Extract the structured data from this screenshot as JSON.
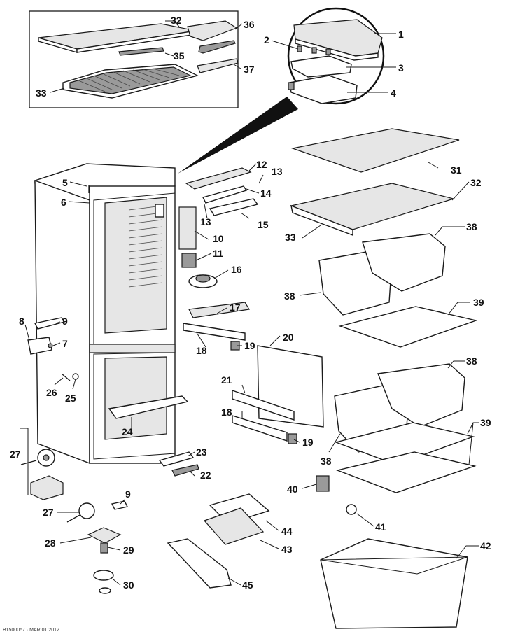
{
  "figure": {
    "footer_text": "B1500057 · MAR 01 2012"
  },
  "callouts": [
    {
      "id": "c1",
      "label": "1"
    },
    {
      "id": "c2",
      "label": "2"
    },
    {
      "id": "c3",
      "label": "3"
    },
    {
      "id": "c4",
      "label": "4"
    },
    {
      "id": "c5",
      "label": "5"
    },
    {
      "id": "c6",
      "label": "6"
    },
    {
      "id": "c7",
      "label": "7"
    },
    {
      "id": "c8",
      "label": "8"
    },
    {
      "id": "c9a",
      "label": "9"
    },
    {
      "id": "c9b",
      "label": "9"
    },
    {
      "id": "c10",
      "label": "10"
    },
    {
      "id": "c11",
      "label": "11"
    },
    {
      "id": "c12",
      "label": "12"
    },
    {
      "id": "c13a",
      "label": "13"
    },
    {
      "id": "c13b",
      "label": "13"
    },
    {
      "id": "c14",
      "label": "14"
    },
    {
      "id": "c15",
      "label": "15"
    },
    {
      "id": "c16",
      "label": "16"
    },
    {
      "id": "c17",
      "label": "17"
    },
    {
      "id": "c18a",
      "label": "18"
    },
    {
      "id": "c18b",
      "label": "18"
    },
    {
      "id": "c19a",
      "label": "19"
    },
    {
      "id": "c19b",
      "label": "19"
    },
    {
      "id": "c20",
      "label": "20"
    },
    {
      "id": "c21",
      "label": "21"
    },
    {
      "id": "c22",
      "label": "22"
    },
    {
      "id": "c23",
      "label": "23"
    },
    {
      "id": "c24",
      "label": "24"
    },
    {
      "id": "c25",
      "label": "25"
    },
    {
      "id": "c26",
      "label": "26"
    },
    {
      "id": "c27a",
      "label": "27"
    },
    {
      "id": "c27b",
      "label": "27"
    },
    {
      "id": "c28",
      "label": "28"
    },
    {
      "id": "c29",
      "label": "29"
    },
    {
      "id": "c30",
      "label": "30"
    },
    {
      "id": "c31",
      "label": "31"
    },
    {
      "id": "c32a",
      "label": "32"
    },
    {
      "id": "c32b",
      "label": "32"
    },
    {
      "id": "c33a",
      "label": "33"
    },
    {
      "id": "c33b",
      "label": "33"
    },
    {
      "id": "c35",
      "label": "35"
    },
    {
      "id": "c36",
      "label": "36"
    },
    {
      "id": "c37",
      "label": "37"
    },
    {
      "id": "c38a",
      "label": "38"
    },
    {
      "id": "c38b",
      "label": "38"
    },
    {
      "id": "c38c",
      "label": "38"
    },
    {
      "id": "c38d",
      "label": "38"
    },
    {
      "id": "c39a",
      "label": "39"
    },
    {
      "id": "c39b",
      "label": "39"
    },
    {
      "id": "c40",
      "label": "40"
    },
    {
      "id": "c41",
      "label": "41"
    },
    {
      "id": "c42",
      "label": "42"
    },
    {
      "id": "c43",
      "label": "43"
    },
    {
      "id": "c44",
      "label": "44"
    },
    {
      "id": "c45",
      "label": "45"
    }
  ]
}
